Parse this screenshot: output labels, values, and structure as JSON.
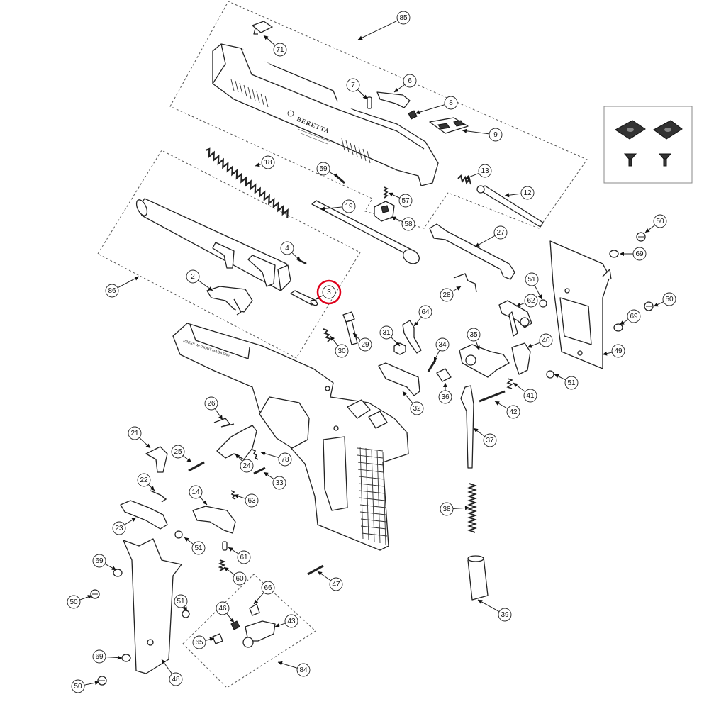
{
  "slide_markings": {
    "brand": "BERETTA",
    "frame_marking": "PRESS WITHOUT MAGAZINE"
  },
  "highlighted_part": "3",
  "callouts": [
    {
      "label": "85"
    },
    {
      "label": "71"
    },
    {
      "label": "7"
    },
    {
      "label": "6"
    },
    {
      "label": "8"
    },
    {
      "label": "9"
    },
    {
      "label": "18"
    },
    {
      "label": "59"
    },
    {
      "label": "13"
    },
    {
      "label": "57"
    },
    {
      "label": "12"
    },
    {
      "label": "19"
    },
    {
      "label": "58"
    },
    {
      "label": "50"
    },
    {
      "label": "27"
    },
    {
      "label": "69"
    },
    {
      "label": "4"
    },
    {
      "label": "86"
    },
    {
      "label": "2"
    },
    {
      "label": "3"
    },
    {
      "label": "28"
    },
    {
      "label": "51"
    },
    {
      "label": "62"
    },
    {
      "label": "50"
    },
    {
      "label": "64"
    },
    {
      "label": "69"
    },
    {
      "label": "31"
    },
    {
      "label": "35"
    },
    {
      "label": "30"
    },
    {
      "label": "29"
    },
    {
      "label": "34"
    },
    {
      "label": "40"
    },
    {
      "label": "49"
    },
    {
      "label": "51"
    },
    {
      "label": "36"
    },
    {
      "label": "41"
    },
    {
      "label": "32"
    },
    {
      "label": "42"
    },
    {
      "label": "26"
    },
    {
      "label": "37"
    },
    {
      "label": "21"
    },
    {
      "label": "25"
    },
    {
      "label": "78"
    },
    {
      "label": "24"
    },
    {
      "label": "33"
    },
    {
      "label": "22"
    },
    {
      "label": "14"
    },
    {
      "label": "63"
    },
    {
      "label": "38"
    },
    {
      "label": "23"
    },
    {
      "label": "51"
    },
    {
      "label": "61"
    },
    {
      "label": "69"
    },
    {
      "label": "60"
    },
    {
      "label": "47"
    },
    {
      "label": "50"
    },
    {
      "label": "66"
    },
    {
      "label": "51"
    },
    {
      "label": "46"
    },
    {
      "label": "39"
    },
    {
      "label": "43"
    },
    {
      "label": "65"
    },
    {
      "label": "69"
    },
    {
      "label": "48"
    },
    {
      "label": "84"
    },
    {
      "label": "50"
    }
  ]
}
